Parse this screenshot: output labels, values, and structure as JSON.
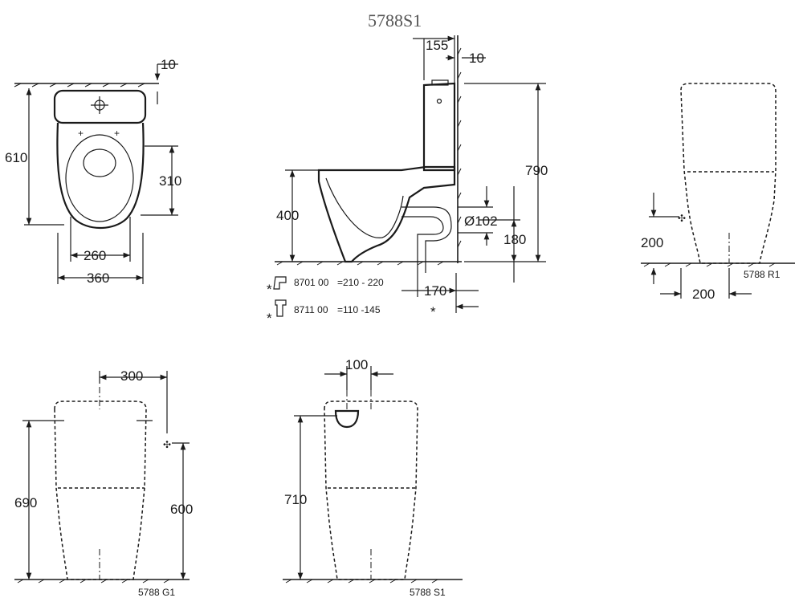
{
  "title": "5788S1",
  "top_view": {
    "dim_top_offset": "10",
    "dim_depth": "610",
    "dim_seat_center": "310",
    "dim_inner_width": "260",
    "dim_outer_width": "360"
  },
  "side_view": {
    "dim_tank_depth": "155",
    "dim_wall_gap": "10",
    "dim_total_height": "790",
    "dim_rim_height": "400",
    "dim_outlet_diameter": "Ø102",
    "dim_outlet_height": "180",
    "dim_outlet_offset": "170",
    "star_note": "*",
    "accessory_1_star": "*",
    "accessory_1": "8701 00",
    "accessory_1_range": "=210 - 220",
    "accessory_2_star": "*",
    "accessory_2": "8711 00",
    "accessory_2_range": "=110 -145"
  },
  "view_r1": {
    "label": "5788 R1",
    "dim_height": "200",
    "dim_width": "200"
  },
  "view_g1": {
    "label": "5788 G1",
    "dim_spacing": "300",
    "dim_total": "690",
    "dim_inlet": "600"
  },
  "view_s1": {
    "label": "5788 S1",
    "dim_offset": "100",
    "dim_height": "710"
  },
  "colors": {
    "line": "#1a1a1a",
    "title": "#555555",
    "background": "#ffffff"
  }
}
